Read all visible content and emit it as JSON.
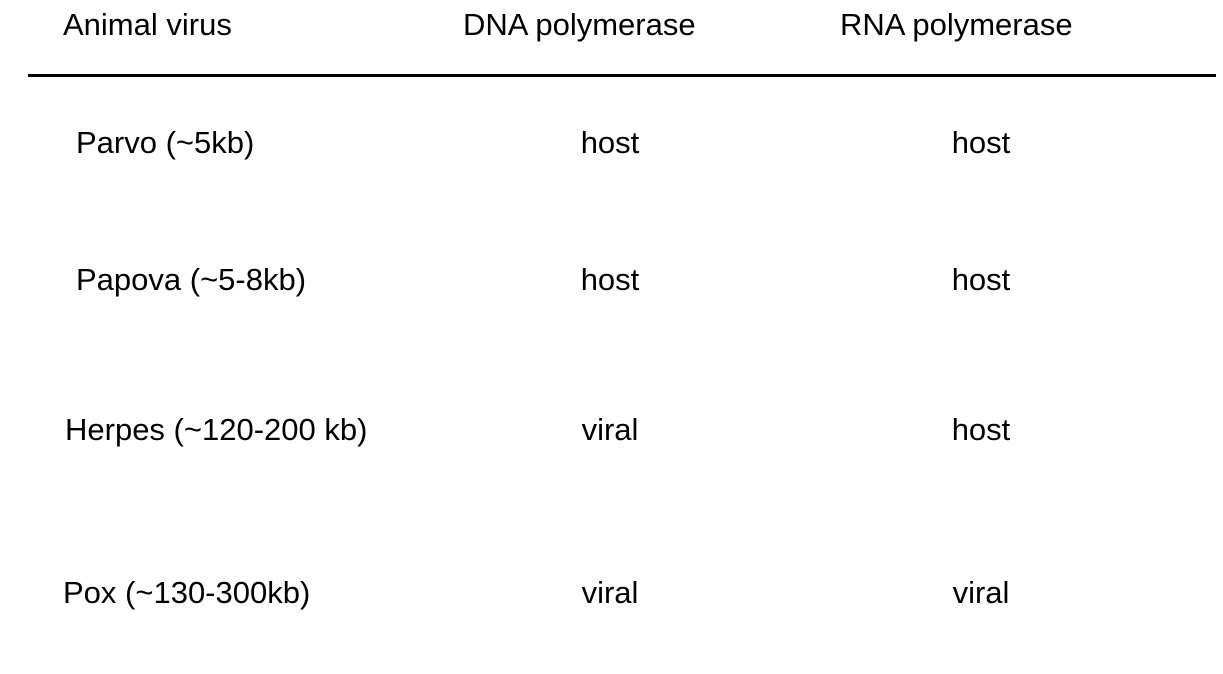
{
  "table": {
    "columns": [
      {
        "label": "Animal virus"
      },
      {
        "label": "DNA polymerase"
      },
      {
        "label": "RNA polymerase"
      }
    ],
    "rows": [
      {
        "virus": "Parvo (~5kb)",
        "dna": "host",
        "rna": "host"
      },
      {
        "virus": "Papova (~5-8kb)",
        "dna": "host",
        "rna": "host"
      },
      {
        "virus": "Herpes (~120-200 kb)",
        "dna": "viral",
        "rna": "host"
      },
      {
        "virus": "Pox (~130-300kb)",
        "dna": "viral",
        "rna": "viral"
      }
    ]
  },
  "colors": {
    "background": "#ffffff",
    "text": "#000000",
    "divider": "#000000"
  }
}
